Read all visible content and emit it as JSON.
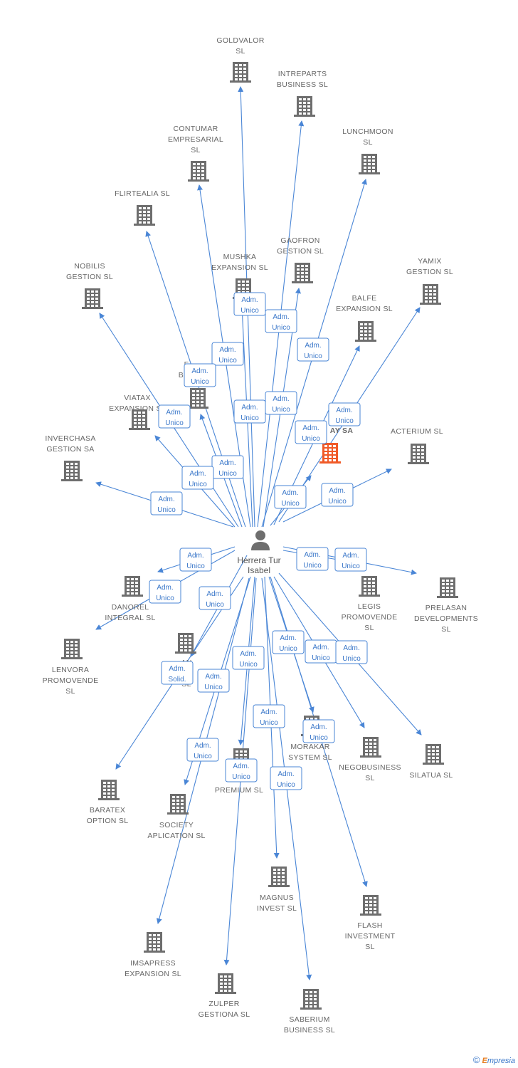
{
  "center": {
    "name_lines": [
      "Herrera Tur",
      "Isabel"
    ]
  },
  "colors": {
    "edge": "#4a86d6",
    "building": "#6e6e6e",
    "highlight": "#f05a28",
    "role_text": "#3a77c9"
  },
  "nodes": [
    {
      "lines": [
        "GOLDVALOR",
        "SL"
      ],
      "icon": "building-icon"
    },
    {
      "lines": [
        "INTREPARTS",
        "BUSINESS  SL"
      ],
      "icon": "building-icon"
    },
    {
      "lines": [
        "LUNCHMOON",
        "SL"
      ],
      "icon": "building-icon"
    },
    {
      "lines": [
        "CONTUMAR",
        "EMPRESARIAL",
        "SL"
      ],
      "icon": "building-icon"
    },
    {
      "lines": [
        "FLIRTEALIA  SL"
      ],
      "icon": "building-icon"
    },
    {
      "lines": [
        "GAOFRON",
        "GESTION  SL"
      ],
      "icon": "building-icon"
    },
    {
      "lines": [
        "MUSHKA",
        "EXPANSION  SL"
      ],
      "icon": "building-icon"
    },
    {
      "lines": [
        "YAMIX",
        "GESTION  SL"
      ],
      "icon": "building-icon"
    },
    {
      "lines": [
        "NOBILIS",
        "GESTION  SL"
      ],
      "icon": "building-icon"
    },
    {
      "lines": [
        "BALFE",
        "EXPANSION  SL"
      ],
      "icon": "building-icon"
    },
    {
      "lines": [
        "F",
        "BUS"
      ],
      "icon": "building-icon"
    },
    {
      "lines": [
        "VIATAX",
        "EXPANSION  SL"
      ],
      "icon": "building-icon"
    },
    {
      "lines": [
        "AY SA"
      ],
      "icon": "building-icon",
      "highlight": true
    },
    {
      "lines": [
        "ACTERIUM  SL"
      ],
      "icon": "building-icon"
    },
    {
      "lines": [
        "INVERCHASA",
        "GESTION SA"
      ],
      "icon": "building-icon"
    },
    {
      "lines": [
        "DANOREL",
        "INTEGRAL  SL"
      ],
      "icon": "building-icon"
    },
    {
      "lines": [
        "LEGIS",
        "PROMOVENDE",
        "SL"
      ],
      "icon": "building-icon"
    },
    {
      "lines": [
        "PRELASAN",
        "DEVELOPMENTS",
        "SL"
      ],
      "icon": "building-icon"
    },
    {
      "lines": [
        "LENVORA",
        "PROMOVENDE",
        "SL"
      ],
      "icon": "building-icon"
    },
    {
      "lines": [
        "AN",
        "A",
        "SL"
      ],
      "icon": "building-icon"
    },
    {
      "lines": [
        "MORAKAR",
        "SYSTEM  SL"
      ],
      "icon": "building-icon"
    },
    {
      "lines": [
        "NEGOBUSINESS",
        "SL"
      ],
      "icon": "building-icon"
    },
    {
      "lines": [
        "SILATUA  SL"
      ],
      "icon": "building-icon"
    },
    {
      "lines": [
        "IN",
        "PREMIUM  SL"
      ],
      "icon": "building-icon"
    },
    {
      "lines": [
        "BARATEX",
        "OPTION  SL"
      ],
      "icon": "building-icon"
    },
    {
      "lines": [
        "SOCIETY",
        "APLICATION SL"
      ],
      "icon": "building-icon"
    },
    {
      "lines": [
        "MAGNUS",
        "INVEST  SL"
      ],
      "icon": "building-icon"
    },
    {
      "lines": [
        "FLASH",
        "INVESTMENT",
        "SL"
      ],
      "icon": "building-icon"
    },
    {
      "lines": [
        "IMSAPRESS",
        "EXPANSION  SL"
      ],
      "icon": "building-icon"
    },
    {
      "lines": [
        "ZULPER",
        "GESTIONA SL"
      ],
      "icon": "building-icon"
    },
    {
      "lines": [
        "SABERIUM",
        "BUSINESS  SL"
      ],
      "icon": "building-icon"
    }
  ],
  "roles": [
    [
      "Adm.",
      "Unico"
    ],
    [
      "Adm.",
      "Unico"
    ],
    [
      "Adm.",
      "Unico"
    ],
    [
      "Adm.",
      "Unico"
    ],
    [
      "Adm.",
      "Unico"
    ],
    [
      "Adm.",
      "Unico"
    ],
    [
      "Adm.",
      "Unico"
    ],
    [
      "Adm.",
      "Unico"
    ],
    [
      "Adm.",
      "Unico"
    ],
    [
      "Adm.",
      "Unico"
    ],
    [
      "Adm.",
      "Unico"
    ],
    [
      "Adm.",
      "Unico"
    ],
    [
      "Adm.",
      "Unico"
    ],
    [
      "Adm.",
      "Unico"
    ],
    [
      "Adm.",
      "Unico"
    ],
    [
      "Adm.",
      "Unico"
    ],
    [
      "Adm.",
      "Unico"
    ],
    [
      "Adm.",
      "Unico"
    ],
    [
      "Adm.",
      "Unico"
    ],
    [
      "Adm.",
      "Unico"
    ],
    [
      "Adm.",
      "Unico"
    ],
    [
      "Adm.",
      "Unico"
    ],
    [
      "Adm.",
      "Unico"
    ],
    [
      "Adm.",
      "Unico"
    ],
    [
      "Adm.",
      "Solid."
    ],
    [
      "Adm.",
      "Unico"
    ],
    [
      "Adm.",
      "Unico"
    ],
    [
      "Adm.",
      "Unico"
    ],
    [
      "Adm.",
      "Unico"
    ],
    [
      "Adm.",
      "Unico"
    ],
    [
      "Adm.",
      "Unico"
    ]
  ],
  "footer": {
    "copyright": "©",
    "brand_first": "E",
    "brand_rest": "mpresia"
  }
}
